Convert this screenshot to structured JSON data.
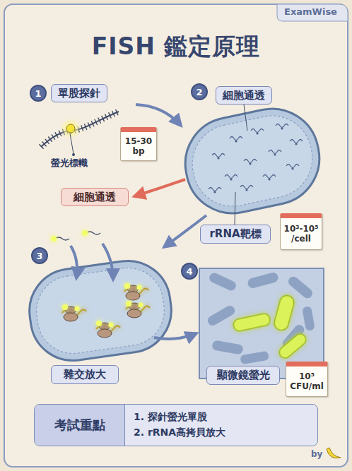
{
  "diagram": {
    "title": "FISH 鑑定原理",
    "nodes": [
      {
        "text": [
          "1"
        ]
      },
      {
        "text": [
          "單股探針"
        ]
      },
      {
        "text": [
          "15-30 bp"
        ]
      },
      {
        "text": [
          "2"
        ]
      },
      {
        "text": [
          "細胞通透"
        ]
      },
      {
        "text": [
          "細胞通透"
        ]
      },
      {
        "text": [
          "rRNA靶標"
        ]
      },
      {
        "text": [
          "10³-10⁵ /cell"
        ]
      },
      {
        "text": [
          "3"
        ]
      },
      {
        "text": [
          "雜交放大"
        ]
      },
      {
        "text": [
          "4"
        ]
      },
      {
        "text": [
          "顯微鏡螢光"
        ]
      },
      {
        "text": [
          "10⁵ CFU/ml"
        ]
      },
      {
        "text": [
          "考試重點"
        ]
      },
      {
        "text": [
          "1. 探針螢光單股",
          "2. rRNA高拷貝放大"
        ],
        "in": 13
      }
    ],
    "labels": [
      "ExamWise",
      "螢光標幟",
      "by"
    ]
  }
}
